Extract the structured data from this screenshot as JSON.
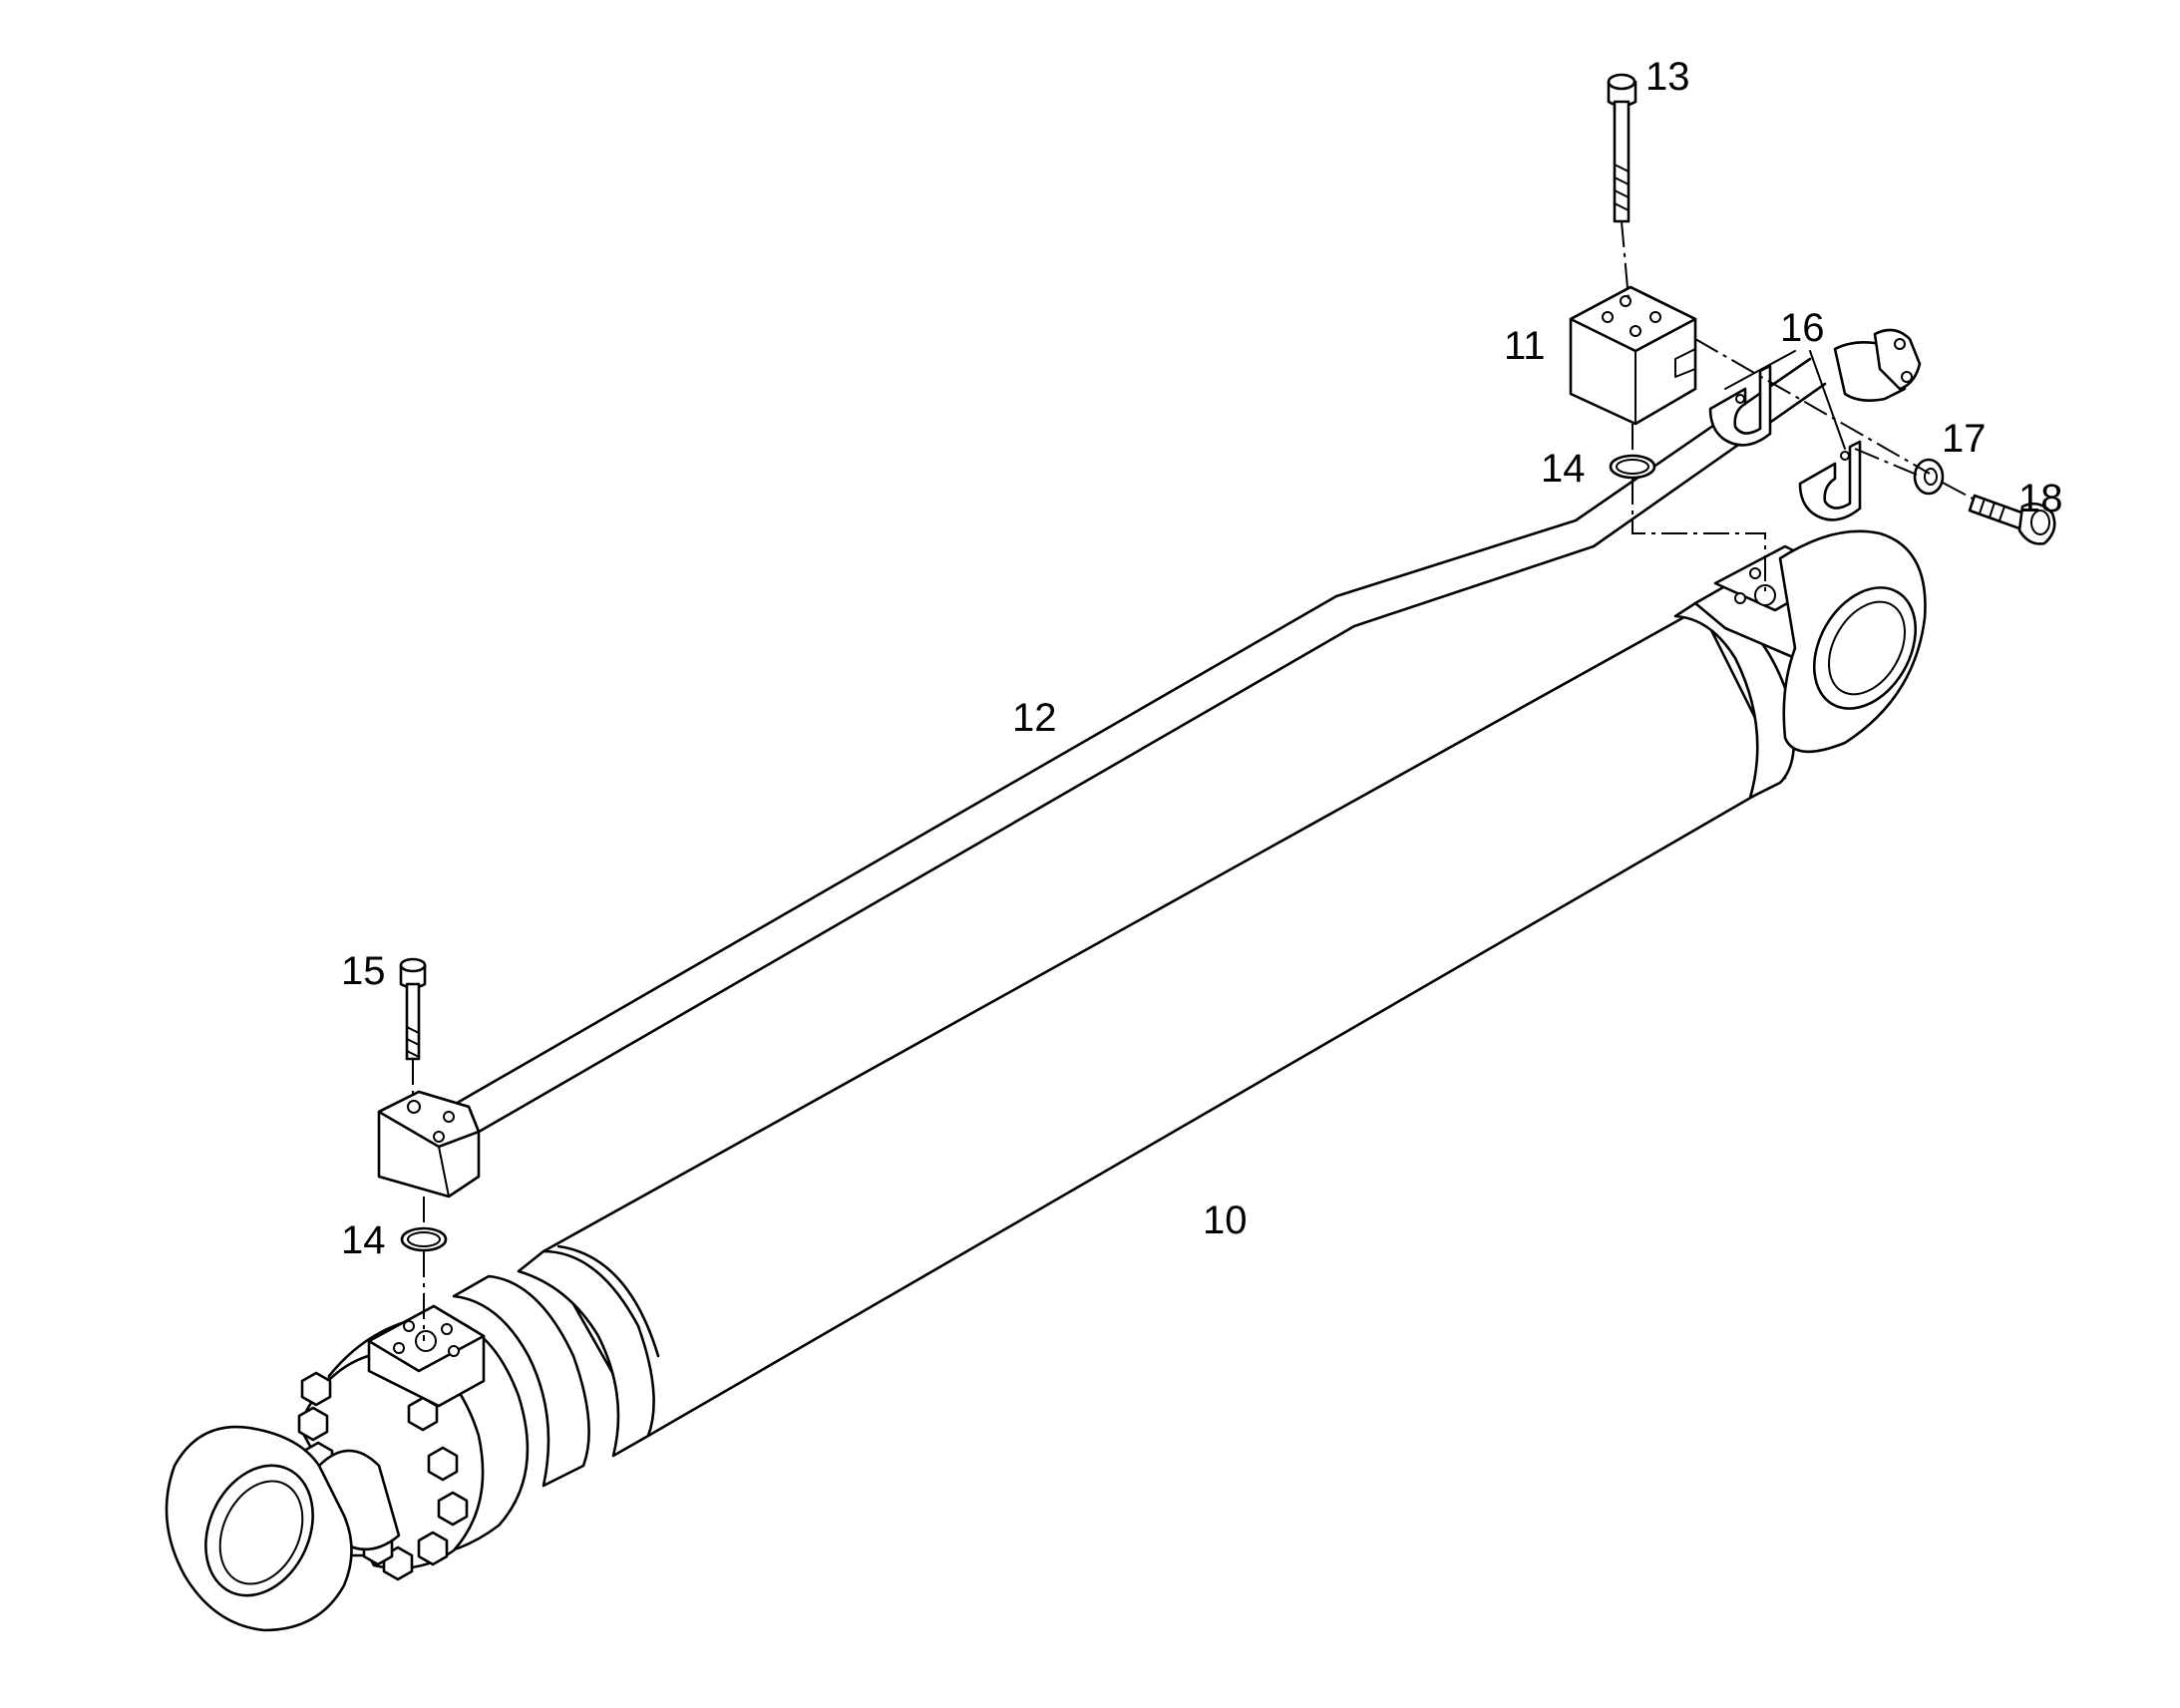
{
  "diagram": {
    "style": {
      "line_color": "#000000",
      "background": "#ffffff"
    },
    "callouts": [
      {
        "id": "c13",
        "label": "13",
        "part": "cap-screw"
      },
      {
        "id": "c11",
        "label": "11",
        "part": "tube-flange-block"
      },
      {
        "id": "c16",
        "label": "16",
        "part": "pipe-clamp"
      },
      {
        "id": "c17",
        "label": "17",
        "part": "washer"
      },
      {
        "id": "c18",
        "label": "18",
        "part": "screw"
      },
      {
        "id": "c14a",
        "label": "14",
        "part": "o-ring"
      },
      {
        "id": "c12",
        "label": "12",
        "part": "hydraulic-tube"
      },
      {
        "id": "c15",
        "label": "15",
        "part": "cap-screw"
      },
      {
        "id": "c14b",
        "label": "14",
        "part": "o-ring"
      },
      {
        "id": "c10",
        "label": "10",
        "part": "hydraulic-cylinder"
      }
    ]
  }
}
